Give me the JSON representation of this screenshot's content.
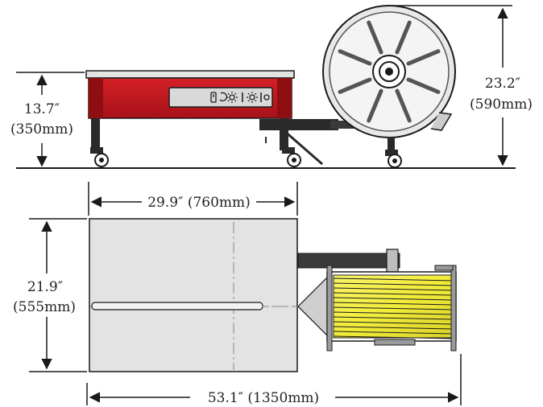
{
  "colors": {
    "machine_red": "#c4161c",
    "machine_red_dark": "#8f0e12",
    "frame_dark": "#2a2a2a",
    "table_top_gray": "#e3e3e3",
    "strap_yellow": "#f2ec3a",
    "control_panel_gray": "#d9d9d9",
    "line_black": "#1a1a1a"
  },
  "icons": {
    "control_panel": [
      "power-switch-icon",
      "sun-icon",
      "reset-icon",
      "sun-icon",
      "indicator-icon"
    ]
  },
  "side_view": {
    "height_dimension": {
      "line1": "13.7″",
      "line2": "(350mm)"
    },
    "overall_height_dimension": {
      "line1": "23.2″",
      "line2": "(590mm)"
    }
  },
  "top_view": {
    "table_width_dimension": "29.9″ (760mm)",
    "table_depth_dimension": {
      "line1": "21.9″",
      "line2": "(555mm)"
    },
    "overall_length_dimension": "53.1″ (1350mm)"
  }
}
